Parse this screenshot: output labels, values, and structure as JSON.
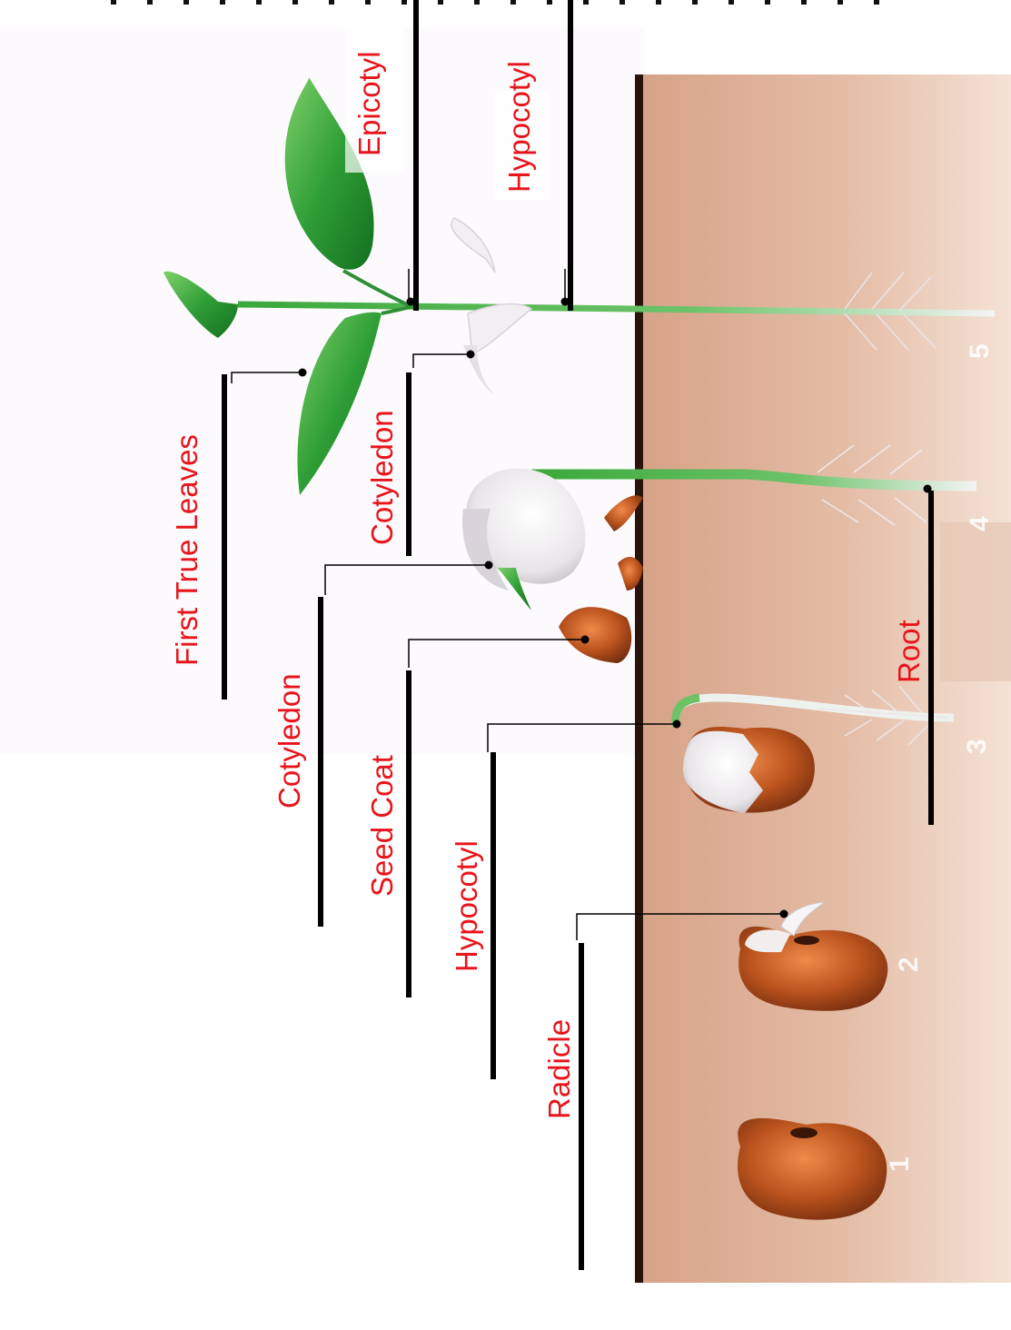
{
  "colors": {
    "label_text": "#e8141b",
    "soil_dark": "#2a130c",
    "soil_mid": "#d9a98d",
    "soil_light": "#f2dbcb",
    "seed_brown": "#b8531d",
    "seed_coat_pale": "#eeeaec",
    "stem_green": "#3fa63c",
    "leaf_green": "#2e9a32",
    "leader_black": "#000000",
    "stage_number": "#ffffff"
  },
  "labels": {
    "epicotyl": "Epicotyl",
    "hypocotyl_top": "Hypocotyl",
    "first_true_leaves": "First True Leaves",
    "cotyledon_stage5": "Cotyledon",
    "cotyledon_stage4": "Cotyledon",
    "seed_coat": "Seed Coat",
    "hypocotyl_stage3": "Hypocotyl",
    "radicle": "Radicle",
    "root": "Root"
  },
  "stage_numbers": [
    "1",
    "2",
    "3",
    "4",
    "5"
  ]
}
